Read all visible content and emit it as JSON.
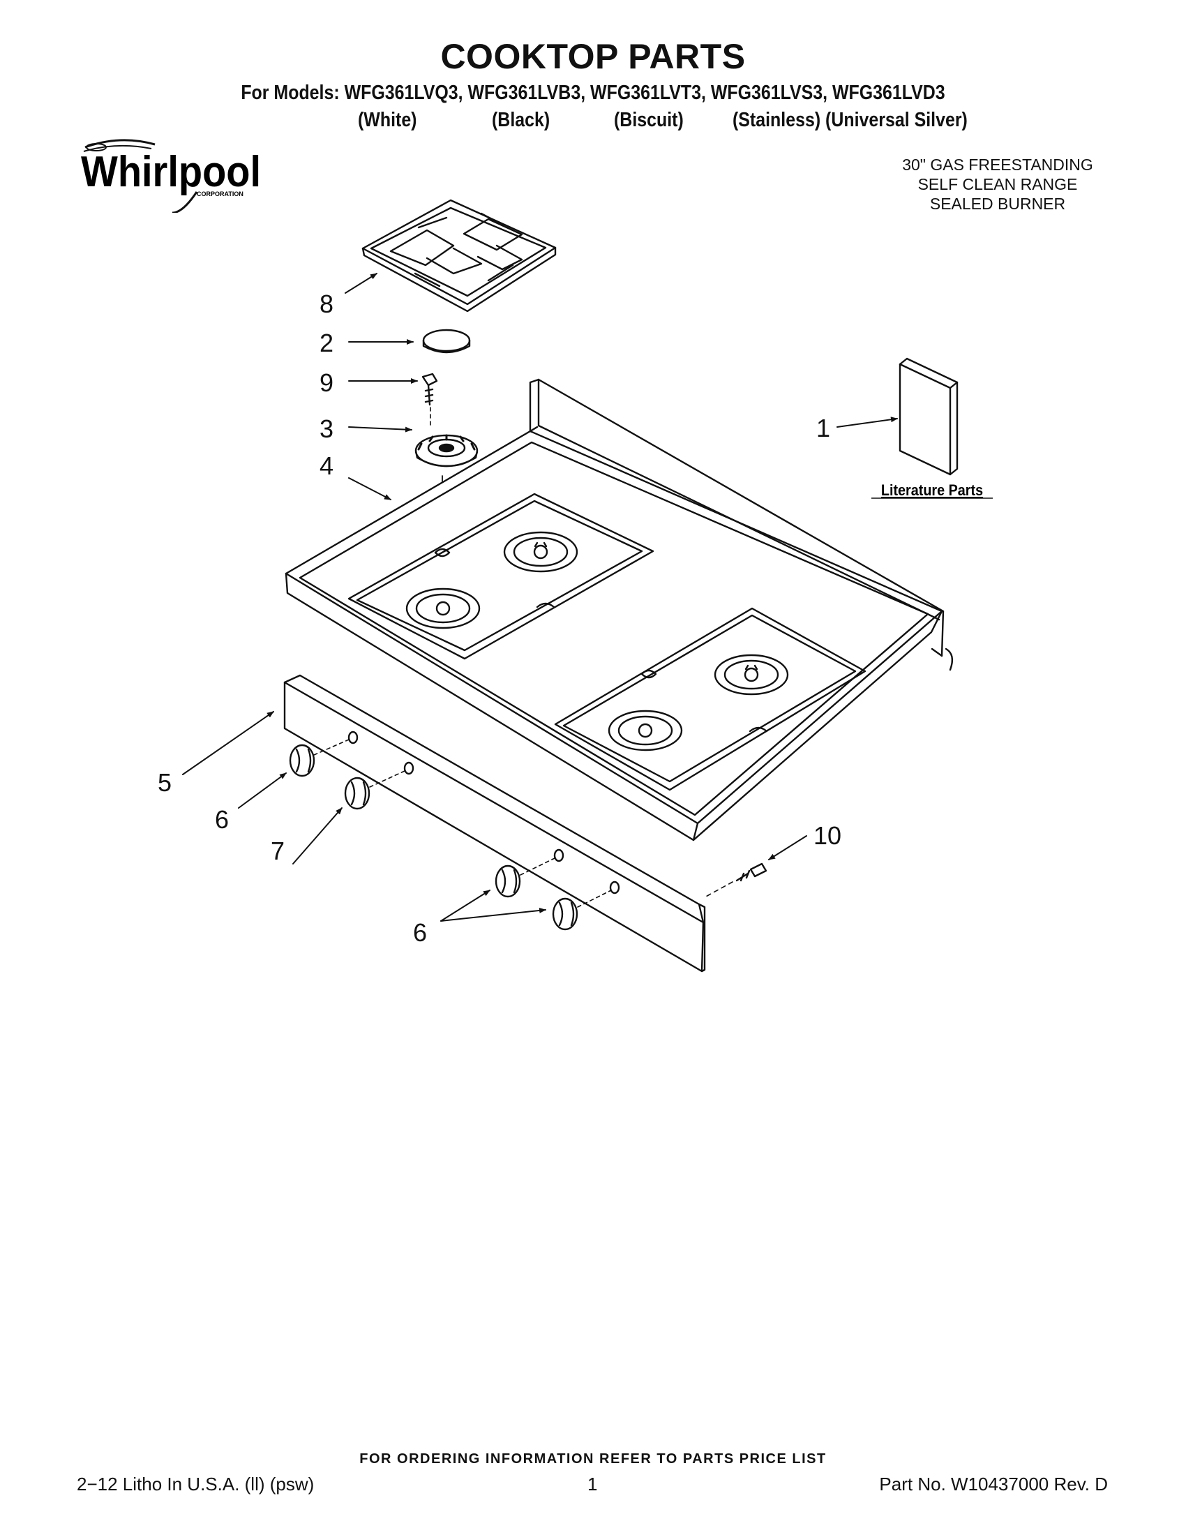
{
  "header": {
    "title": "COOKTOP PARTS",
    "models_line": "For Models: WFG361LVQ3, WFG361LVB3, WFG361LVT3, WFG361LVS3, WFG361LVD3",
    "colors": [
      "(White)",
      "(Black)",
      "(Biscuit)",
      "(Stainless) (Universal Silver)"
    ]
  },
  "brand": {
    "name": "Whirlpool",
    "sub": "CORPORATION"
  },
  "range_info": [
    "30\" GAS FREESTANDING",
    "SELF CLEAN RANGE",
    "SEALED BURNER"
  ],
  "literature_label": "Literature Parts",
  "callouts": [
    "8",
    "2",
    "9",
    "3",
    "4",
    "1",
    "5",
    "6",
    "7",
    "10",
    "6"
  ],
  "footer": {
    "ordering": "FOR ORDERING INFORMATION REFER TO PARTS PRICE LIST",
    "litho": "2−12 Litho In U.S.A. (ll) (psw)",
    "page": "1",
    "part_no": "Part No. W10437000 Rev. D"
  }
}
